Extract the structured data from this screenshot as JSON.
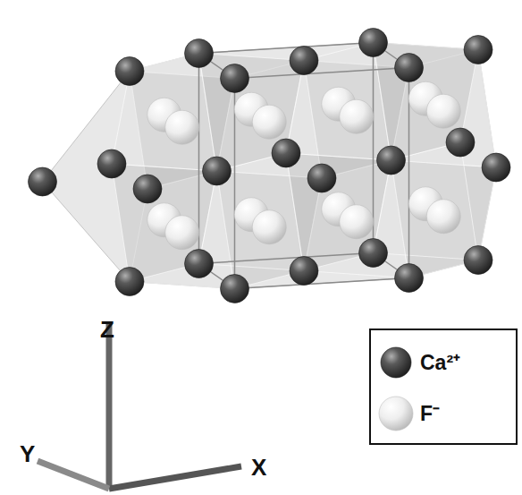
{
  "diagram": {
    "labels": [
      "Z",
      "Y",
      "X"
    ],
    "legend": [
      {
        "text": "Ca²⁺"
      },
      {
        "text": "F⁻"
      }
    ]
  }
}
